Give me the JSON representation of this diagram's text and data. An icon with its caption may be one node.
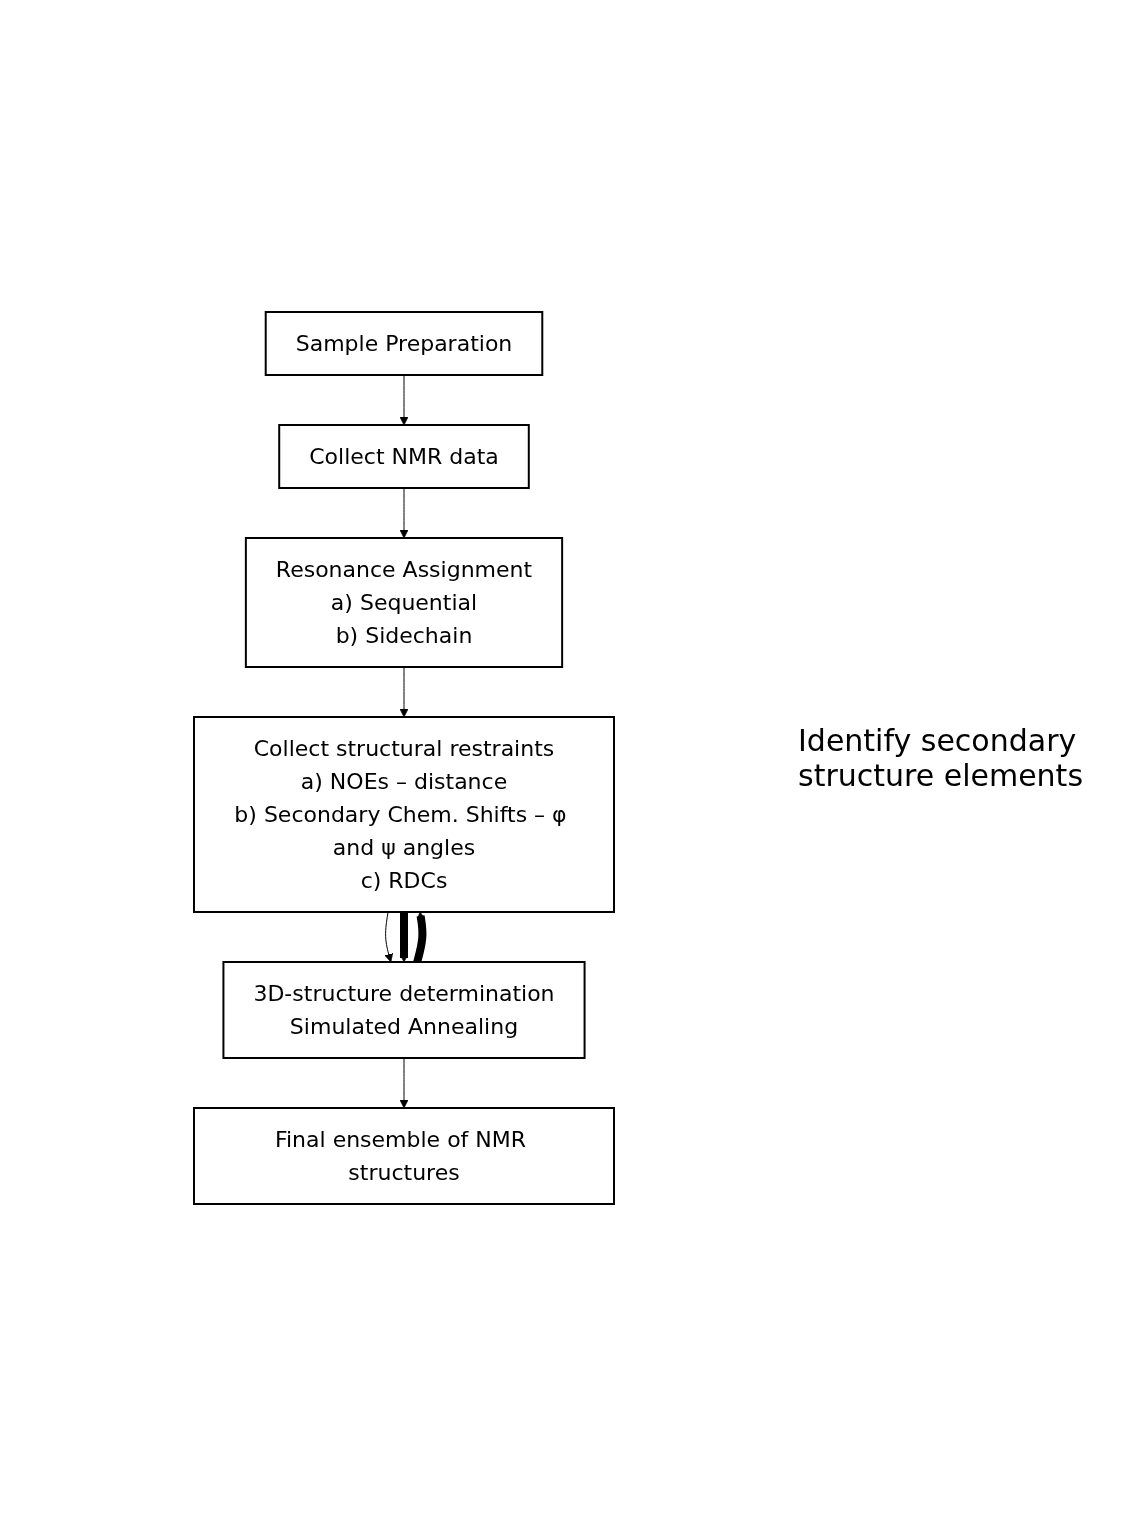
{
  "diagram": {
    "nodes": [
      {
        "text": [
          "Sample Preparation"
        ]
      },
      {
        "text": [
          "Collect NMR data"
        ]
      },
      {
        "text": [
          "Resonance Assignment",
          "a) Sequential",
          "b) Sidechain"
        ]
      },
      {
        "text": [
          "Collect structural restraints",
          "a) NOEs – distance",
          "b) Secondary Chem. Shifts – φ and ψ angles",
          "c) RDCs"
        ]
      },
      {
        "text": [
          "3D-structure determination",
          "Simulated Annealing"
        ]
      },
      {
        "text": [
          "Final ensemble of NMR structures"
        ]
      }
    ],
    "edges": [
      {
        "from": 0,
        "to": 1,
        "arrow": "to"
      },
      {
        "from": 1,
        "to": 2,
        "arrow": "to"
      },
      {
        "from": 2,
        "to": 3,
        "arrow": "to"
      },
      {
        "from": 3,
        "to": 4,
        "arrow": "to"
      },
      {
        "from": 4,
        "to": 5,
        "arrow": "to"
      },
      {
        "from": 3,
        "to": 4,
        "arrow": "to",
        "style": "thick"
      },
      {
        "from": 4,
        "to": 3,
        "arrow": "to",
        "style": "thick"
      }
    ],
    "labels": [
      "Identify secondary structure elements"
    ]
  }
}
